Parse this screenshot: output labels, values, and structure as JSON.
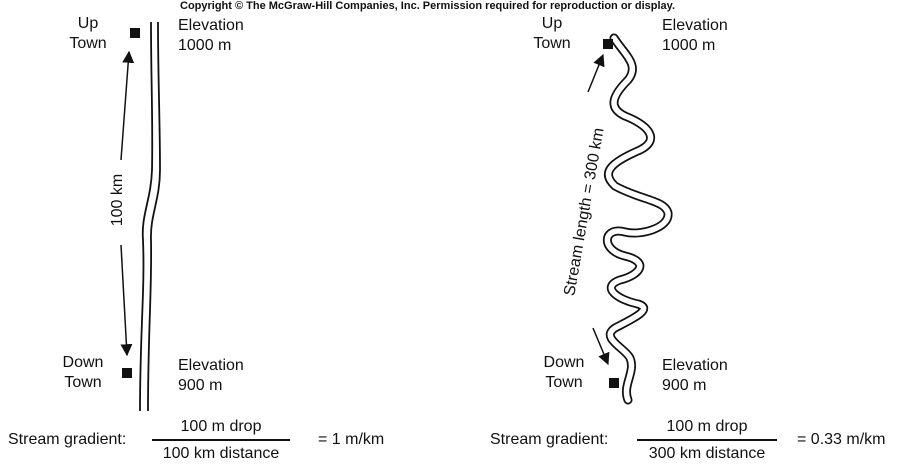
{
  "header": {
    "copyright": "Copyright © The McGraw-Hill Companies, Inc. Permission required for reproduction or display."
  },
  "left_panel": {
    "up_town": [
      "Up",
      "Town"
    ],
    "elevation_top": [
      "Elevation",
      "1000 m"
    ],
    "distance_label": "100 km",
    "down_town": [
      "Down",
      "Town"
    ],
    "elevation_bottom": [
      "Elevation",
      "900 m"
    ],
    "gradient": {
      "label": "Stream gradient:",
      "numerator": "100 m drop",
      "denominator": "100 km distance",
      "result": "= 1 m/km"
    }
  },
  "right_panel": {
    "up_town": [
      "Up",
      "Town"
    ],
    "elevation_top": [
      "Elevation",
      "1000 m"
    ],
    "stream_length_label": "Stream length = 300 km",
    "down_town": [
      "Down",
      "Town"
    ],
    "elevation_bottom": [
      "Elevation",
      "900 m"
    ],
    "gradient": {
      "label": "Stream gradient:",
      "numerator": "100 m drop",
      "denominator": "300 km distance",
      "result": "= 0.33 m/km"
    }
  },
  "colors": {
    "ink": "#111111",
    "background": "#ffffff"
  }
}
